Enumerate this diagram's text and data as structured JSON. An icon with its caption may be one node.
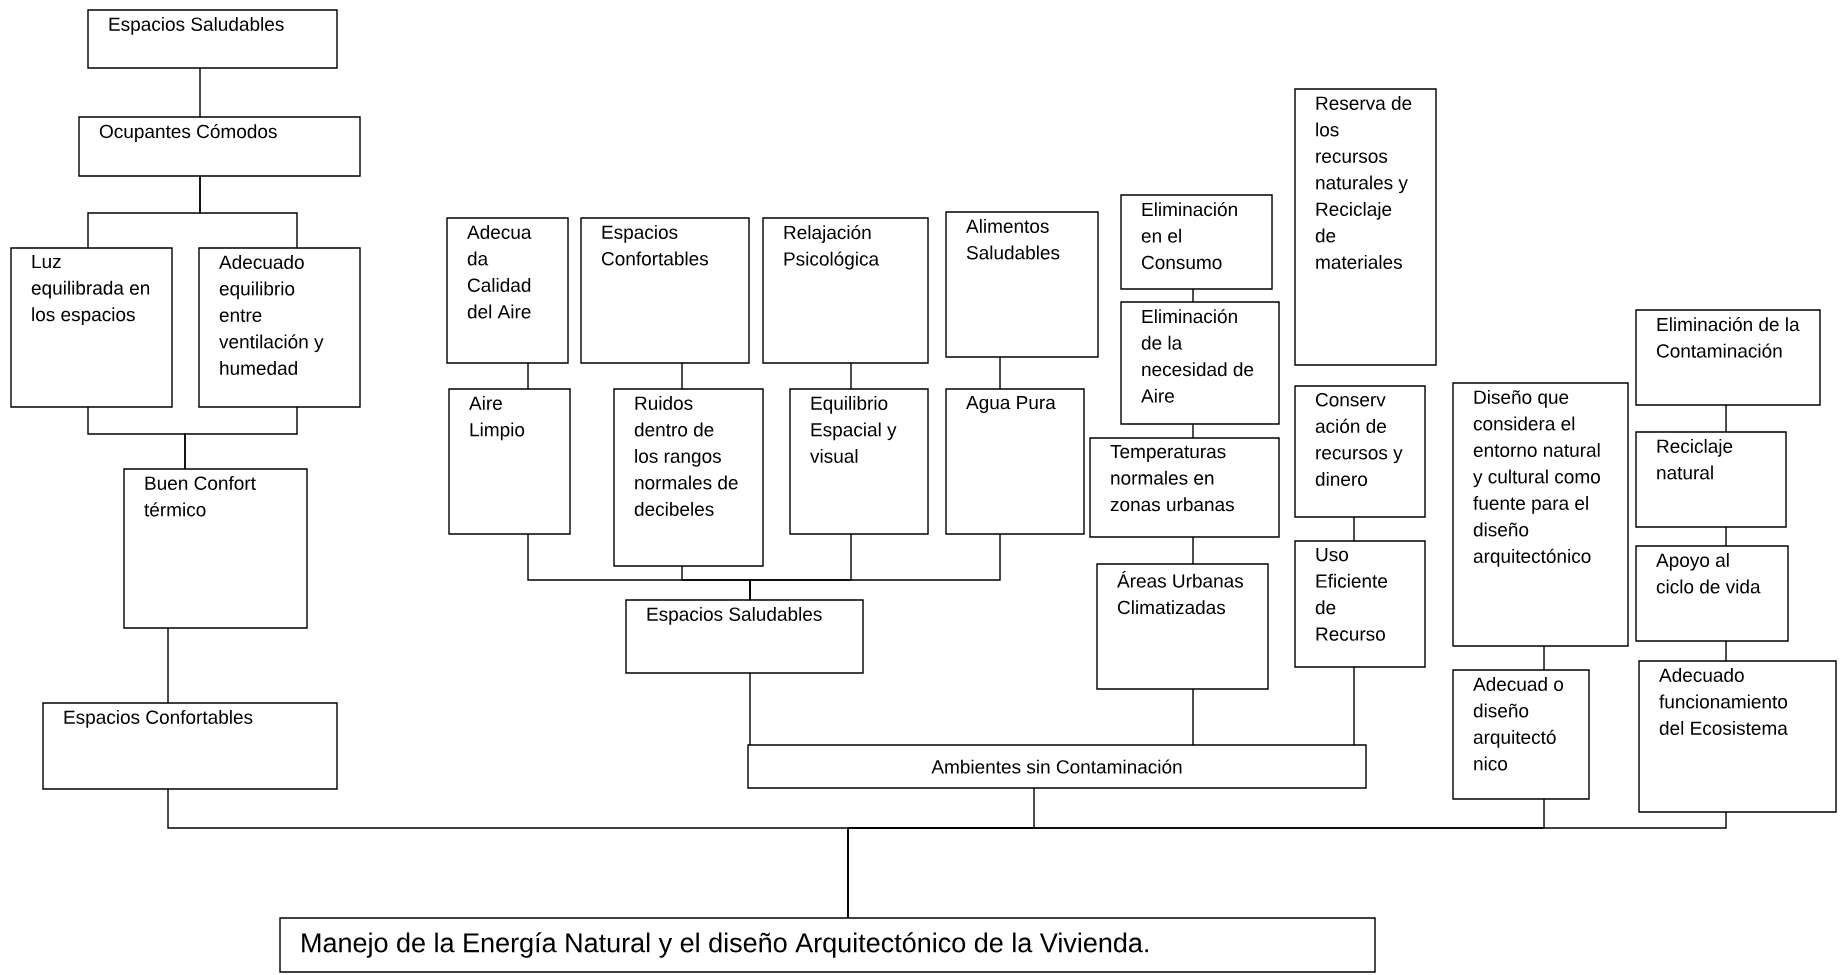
{
  "diagram": {
    "nodes": [
      {
        "text": [
          "Espacios Saludables"
        ]
      },
      {
        "text": [
          "Ocupantes Cómodos"
        ]
      },
      {
        "text": [
          "Luz equilibrada en los espacios"
        ]
      },
      {
        "text": [
          "Adecuado equilibrio entre ventilación y humedad"
        ]
      },
      {
        "text": [
          "Buen Confort térmico"
        ]
      },
      {
        "text": [
          "Espacios  Confortables"
        ]
      },
      {
        "text": [
          "Adecua da Calidad del Aire"
        ]
      },
      {
        "text": [
          "Aire Limpio"
        ]
      },
      {
        "text": [
          "Espacios Confortables"
        ]
      },
      {
        "text": [
          "Ruidos dentro de los rangos normales de decibeles"
        ]
      },
      {
        "text": [
          "Relajación Psicológica"
        ]
      },
      {
        "text": [
          "Equilibrio Espacial y visual"
        ]
      },
      {
        "text": [
          "Alimentos Saludables"
        ]
      },
      {
        "text": [
          "Agua Pura"
        ]
      },
      {
        "text": [
          "Espacios Saludables"
        ]
      },
      {
        "text": [
          "Eliminación en el Consumo"
        ]
      },
      {
        "text": [
          "Eliminación de la necesidad de Aire"
        ]
      },
      {
        "text": [
          "Temperaturas normales en zonas urbanas"
        ]
      },
      {
        "text": [
          "Áreas Urbanas Climatizadas"
        ]
      },
      {
        "text": [
          "Reserva de los recursos naturales y Reciclaje de materiales"
        ]
      },
      {
        "text": [
          "Conserv ación de recursos y dinero"
        ]
      },
      {
        "text": [
          "Uso Eficiente de Recurso"
        ]
      },
      {
        "text": [
          "Ambientes sin Contaminación"
        ]
      },
      {
        "text": [
          "Diseño que considera el entorno natural y cultural como fuente para el diseño arquitectónico"
        ]
      },
      {
        "text": [
          "Adecuad o diseño arquitectó nico"
        ]
      },
      {
        "text": [
          "Eliminación de la Contaminación"
        ]
      },
      {
        "text": [
          "Reciclaje natural"
        ]
      },
      {
        "text": [
          "Apoyo al ciclo de vida"
        ]
      },
      {
        "text": [
          "Adecuado funcionamiento del Ecosistema"
        ]
      },
      {
        "text": [
          "Manejo  de la Energía Natural  y el  diseño Arquitectónico de la Vivienda."
        ]
      }
    ],
    "edges": [
      {
        "from": 0,
        "to": 1,
        "arrow": "none"
      },
      {
        "from": 1,
        "to": 2,
        "arrow": "none"
      },
      {
        "from": 1,
        "to": 3,
        "arrow": "none"
      },
      {
        "from": 2,
        "to": 4,
        "arrow": "none"
      },
      {
        "from": 3,
        "to": 4,
        "arrow": "none"
      },
      {
        "from": 4,
        "to": 5,
        "arrow": "none"
      },
      {
        "from": 5,
        "to": 29,
        "arrow": "none"
      },
      {
        "from": 6,
        "to": 7,
        "arrow": "none"
      },
      {
        "from": 8,
        "to": 9,
        "arrow": "none"
      },
      {
        "from": 10,
        "to": 11,
        "arrow": "none"
      },
      {
        "from": 12,
        "to": 13,
        "arrow": "none"
      },
      {
        "from": 7,
        "to": 14,
        "arrow": "none"
      },
      {
        "from": 9,
        "to": 14,
        "arrow": "none"
      },
      {
        "from": 11,
        "to": 14,
        "arrow": "none"
      },
      {
        "from": 13,
        "to": 14,
        "arrow": "none"
      },
      {
        "from": 14,
        "to": 22,
        "arrow": "none"
      },
      {
        "from": 15,
        "to": 16,
        "arrow": "none"
      },
      {
        "from": 16,
        "to": 17,
        "arrow": "none"
      },
      {
        "from": 17,
        "to": 18,
        "arrow": "none"
      },
      {
        "from": 18,
        "to": 22,
        "arrow": "none"
      },
      {
        "from": 20,
        "to": 21,
        "arrow": "none"
      },
      {
        "from": 21,
        "to": 22,
        "arrow": "none"
      },
      {
        "from": 22,
        "to": 29,
        "arrow": "none"
      },
      {
        "from": 23,
        "to": 24,
        "arrow": "none"
      },
      {
        "from": 24,
        "to": 29,
        "arrow": "none"
      },
      {
        "from": 25,
        "to": 26,
        "arrow": "none"
      },
      {
        "from": 26,
        "to": 27,
        "arrow": "none"
      },
      {
        "from": 27,
        "to": 28,
        "arrow": "none"
      },
      {
        "from": 28,
        "to": 29,
        "arrow": "none"
      }
    ]
  }
}
